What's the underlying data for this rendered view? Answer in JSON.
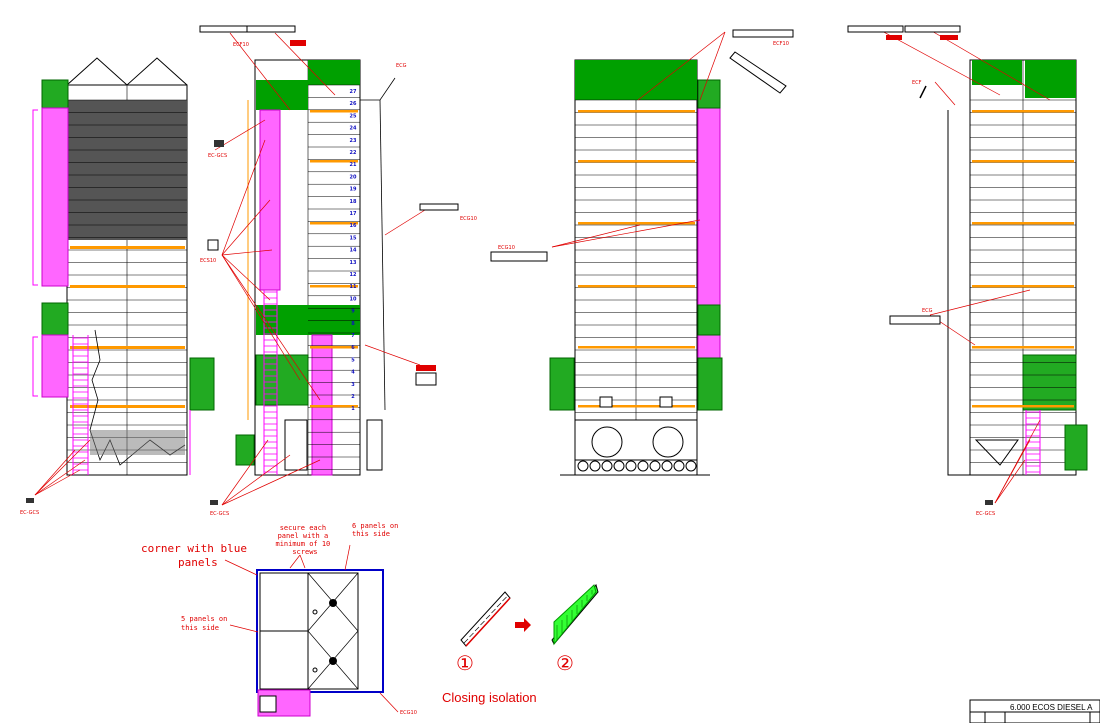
{
  "annotations": {
    "corner_blue": "corner with blue\npanels",
    "secure_each": "secure each\npanel with a\nminimum of 10\nscrews",
    "six_panels": "6 panels on\nthis side",
    "five_panels": "5 panels on\nthis side"
  },
  "steps": {
    "step1": "①",
    "step2": "②",
    "closing": "Closing isolation"
  },
  "part_codes": {
    "ecf10": "ECF10",
    "ecs10": "ECS10",
    "ecg10": "ECG10",
    "ecf": "ECF",
    "ecg": "ECG",
    "ecgcs": "EC-GCS"
  },
  "level_numbers": [
    "27",
    "26",
    "25",
    "24",
    "23",
    "22",
    "21",
    "20",
    "19",
    "18",
    "17",
    "16",
    "15",
    "14",
    "13",
    "12",
    "11",
    "10",
    "9",
    "8",
    "7",
    "6",
    "5",
    "4",
    "3",
    "2",
    "1"
  ],
  "title_block": {
    "title": "6.000 ECOS DIESEL A"
  },
  "colors": {
    "line": "#000000",
    "leader": "#e00000",
    "green": "#009a00",
    "magenta": "#ff00ff",
    "orange": "#ff9900",
    "blue": "#0000c8",
    "bright_green": "#33ff33"
  }
}
